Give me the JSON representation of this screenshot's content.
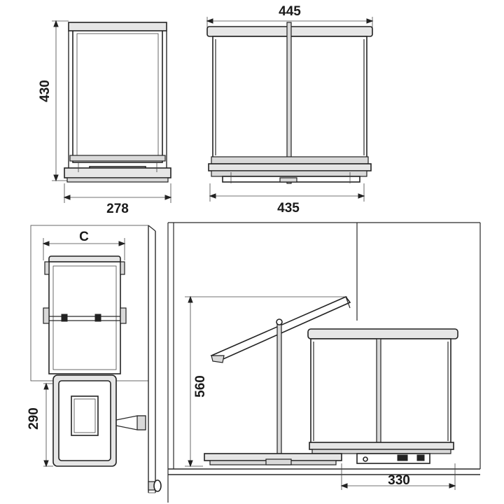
{
  "diagram": {
    "dimensions": {
      "front_height": "430",
      "front_width": "278",
      "side_top_width": "445",
      "side_bottom_width": "435",
      "plan_width": "C",
      "plan_depth": "290",
      "open_height": "560",
      "open_depth": "330"
    },
    "colors": {
      "line": "#222222",
      "fill": "#ffffff",
      "shade": "#e6e6e6"
    }
  }
}
